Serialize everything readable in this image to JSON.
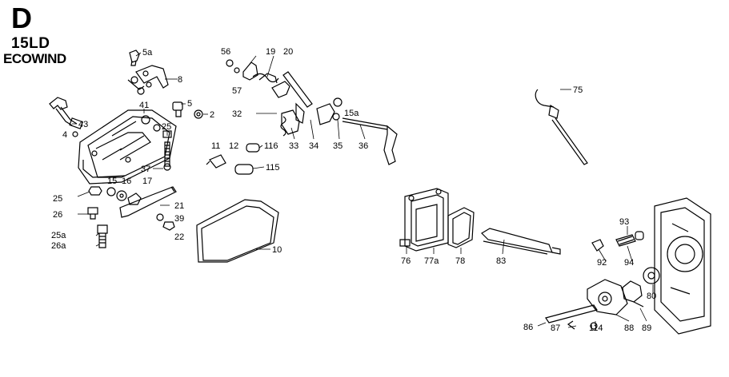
{
  "header": {
    "section_letter": "D",
    "engine_model": "15LD",
    "brand": "ECOWIND"
  },
  "callouts": [
    "5a",
    "8",
    "43",
    "4",
    "41",
    "5",
    "2",
    "25",
    "37",
    "56",
    "19",
    "20",
    "57",
    "32",
    "33",
    "34",
    "35",
    "15a",
    "36",
    "11",
    "12",
    "116",
    "115",
    "15",
    "16",
    "17",
    "25",
    "26",
    "21",
    "39",
    "25a",
    "26a",
    "22",
    "10",
    "75",
    "76",
    "77a",
    "78",
    "83",
    "93",
    "92",
    "94",
    "80",
    "86",
    "87",
    "114",
    "88",
    "89"
  ]
}
